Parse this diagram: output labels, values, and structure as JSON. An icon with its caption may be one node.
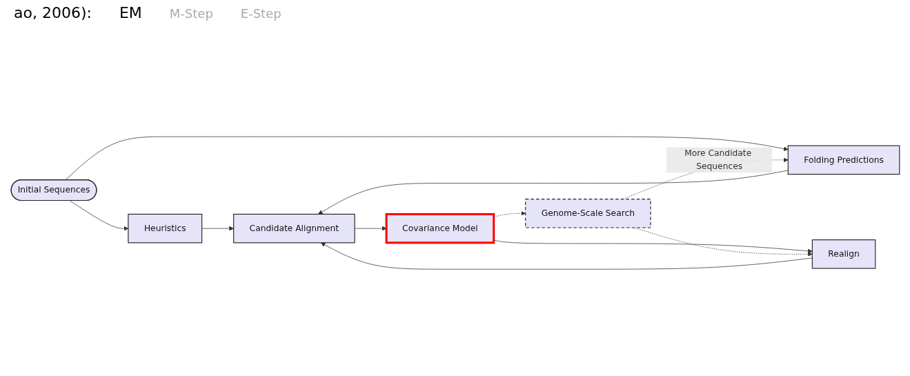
{
  "diagram": {
    "nodes": [
      {
        "text": [
          "Initial Sequences"
        ]
      },
      {
        "text": [
          "Heuristics"
        ]
      },
      {
        "text": [
          "Folding Predictions"
        ]
      },
      {
        "text": [
          "Candidate Alignment"
        ]
      },
      {
        "text": [
          "Covariance Model"
        ]
      },
      {
        "text": [
          "Genome-Scale Search"
        ]
      },
      {
        "text": [
          "Realign"
        ]
      }
    ],
    "edges": [
      {
        "from": 0,
        "to": 1,
        "arrow": "to"
      },
      {
        "from": 0,
        "to": 2,
        "arrow": "to"
      },
      {
        "from": 1,
        "to": 3,
        "arrow": "to"
      },
      {
        "from": 2,
        "to": 3,
        "arrow": "to"
      },
      {
        "from": 3,
        "to": 4,
        "arrow": "to"
      },
      {
        "from": 4,
        "to": 5,
        "arrow": "to",
        "style": "dashed"
      },
      {
        "from": 4,
        "to": 6,
        "arrow": "to"
      },
      {
        "from": 6,
        "to": 3,
        "arrow": "to"
      },
      {
        "from": 5,
        "to": 2,
        "arrow": "to",
        "style": "dashed",
        "label": "More Candidate Sequences"
      },
      {
        "from": 5,
        "to": 6,
        "arrow": "to",
        "style": "dashed"
      }
    ],
    "labels": [
      "ao, 2006):",
      "EM",
      "M-Step",
      "E-Step"
    ]
  }
}
